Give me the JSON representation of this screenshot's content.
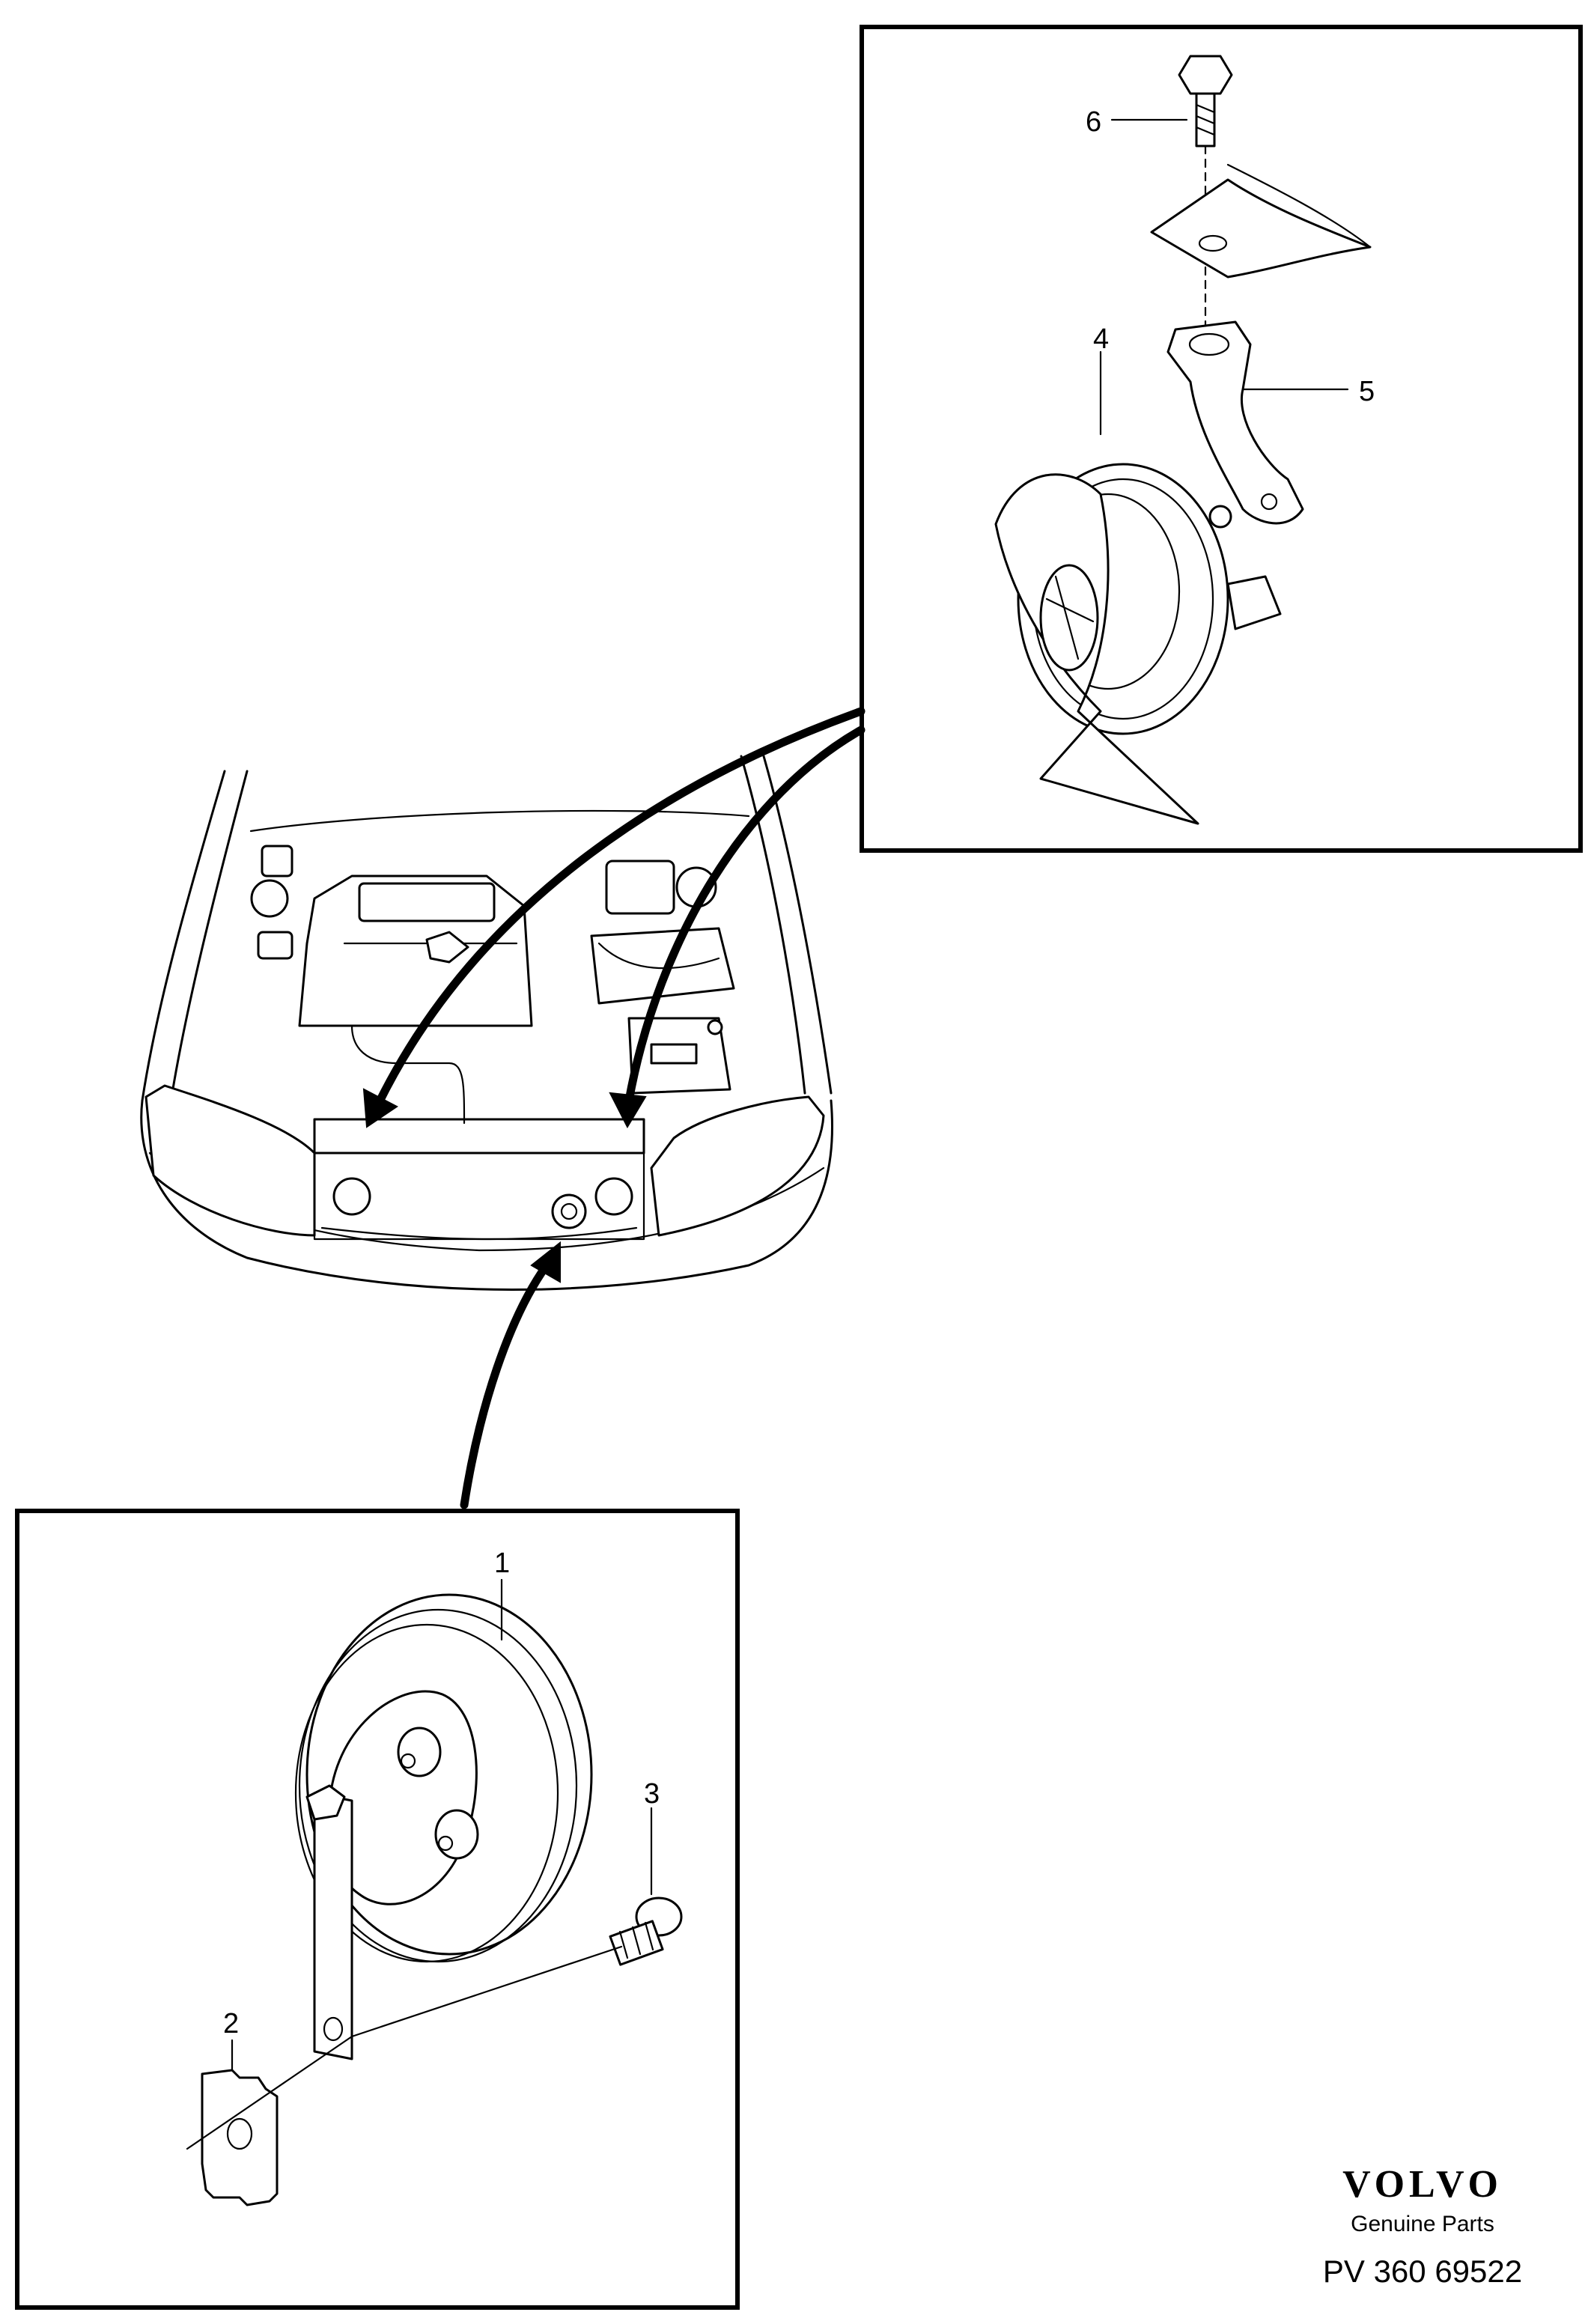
{
  "callouts": {
    "c1": "1",
    "c2": "2",
    "c3": "3",
    "c4": "4",
    "c5": "5",
    "c6": "6"
  },
  "brand": {
    "logo": "VOLVO",
    "subtitle": "Genuine Parts",
    "code": "PV 360 69522"
  }
}
